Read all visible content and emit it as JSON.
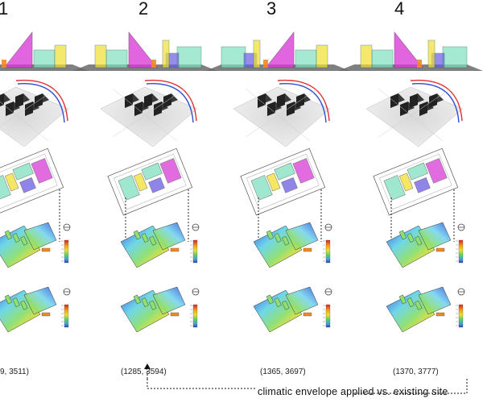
{
  "columns": [
    {
      "number": "1",
      "coords": "9, 3511)"
    },
    {
      "number": "2",
      "coords": "(1285, 3594)"
    },
    {
      "number": "3",
      "coords": "(1365, 3697)"
    },
    {
      "number": "4",
      "coords": "(1370, 3777)"
    }
  ],
  "caption": "climatic envelope applied vs. existing site",
  "colors": {
    "magenta": "#d83bd6",
    "teal": "#7fe0c0",
    "yellow": "#f2e030",
    "blue": "#6a5ce0",
    "orange": "#f08a20",
    "dark_mass": "#3a3a3a",
    "sun_red": "#e03030",
    "sun_blue": "#3050d0"
  }
}
